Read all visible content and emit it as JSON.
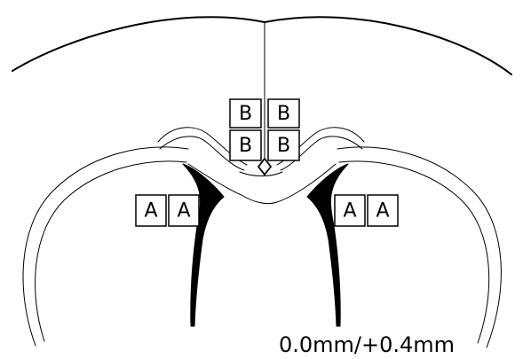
{
  "diagram": {
    "site_label_b": "B",
    "site_label_a": "A",
    "coordinate_label": "0.0mm/+0.4mm",
    "colors": {
      "line": "#000000",
      "background": "#ffffff"
    }
  }
}
